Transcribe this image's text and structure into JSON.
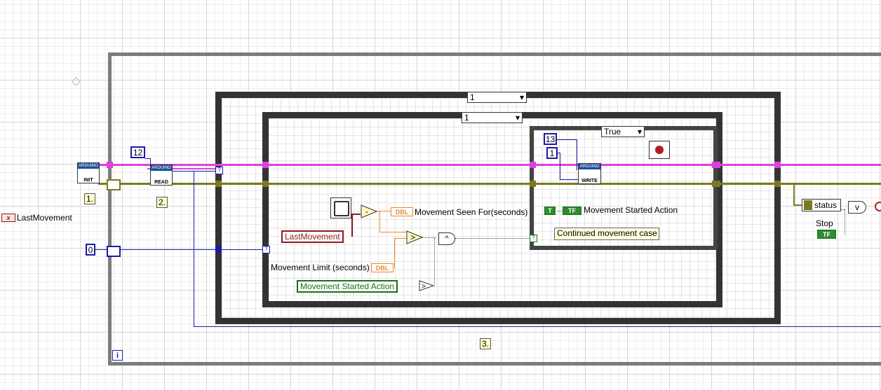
{
  "labels": {
    "last_movement_outside": "LastMovement",
    "movement_seen_for": "Movement Seen For(seconds)",
    "movement_started_action_indicator": "Movement Started Action",
    "movement_limit": "Movement Limit (seconds)",
    "stop": "Stop",
    "status": "status",
    "continued_case_comment": "Continued movement case"
  },
  "constants": {
    "read_channel": "12",
    "shift_init": "0",
    "write_pin": "13",
    "write_value": "1"
  },
  "frames": {
    "frame1": "1.",
    "frame2": "2.",
    "frame3": "3."
  },
  "case_structures": {
    "outer_selector": "1",
    "inner_selector": "1",
    "true_case_selector": "True"
  },
  "controls": {
    "last_movement_ref": "LastMovement",
    "movement_started_action_ref": "Movement Started Action"
  },
  "subvis": {
    "init": "INIT",
    "read": "READ",
    "write": "WRITE",
    "header": "ARDUINO"
  },
  "terminals": {
    "dbl": "DBL",
    "tf": "TF",
    "true_const": "T",
    "iteration": "i",
    "question": "?"
  },
  "functions": {
    "subtract": "-",
    "greater": ">",
    "and": "^",
    "not": ">",
    "or": "v"
  }
}
